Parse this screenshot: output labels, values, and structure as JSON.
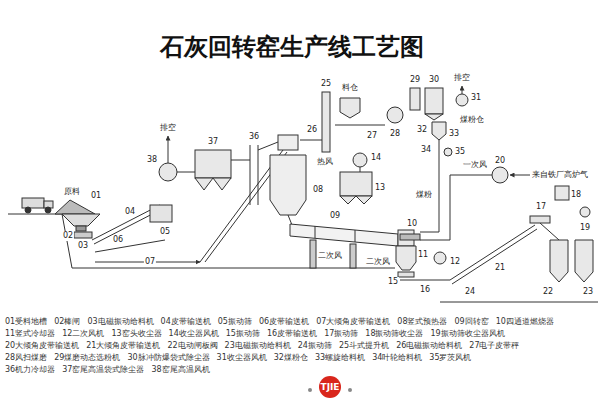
{
  "diagram": {
    "title": "石灰回转窑生产线工艺图",
    "labels": [
      "排空",
      "排空",
      "料仓",
      "煤粉仓",
      "热风",
      "一次风",
      "来自铁厂高炉气",
      "原料",
      "煤粉",
      "二次风",
      "二次风",
      "01",
      "02",
      "03",
      "04",
      "05",
      "06",
      "07",
      "08",
      "09",
      "10",
      "11",
      "12",
      "13",
      "14",
      "15",
      "16",
      "17",
      "18",
      "19",
      "20",
      "21",
      "22",
      "23",
      "24",
      "25",
      "26",
      "27",
      "28",
      "29",
      "30",
      "31",
      "32",
      "33",
      "34",
      "35",
      "36",
      "37",
      "38",
      "01受料地槽",
      "02棒闸",
      "03电磁振动给料机",
      "04皮带输送机",
      "05振动筛",
      "06皮带输送机",
      "07大倾角皮带输送机",
      "08竖式预热器",
      "09回转窑",
      "10四通道燃烧器",
      "11竖式冷却器",
      "12二次风机",
      "13窑头收尘器",
      "14收尘器风机",
      "15振动筛",
      "16皮带输送机",
      "17振动筛",
      "18振动筛收尘器",
      "19振动筛收尘器风机",
      "20大倾角皮带输送机",
      "21大倾角皮带输送机",
      "22电动闸板阀",
      "23电磁振动给料机",
      "24振动筛",
      "25斗式提升机",
      "26电磁振动给料机",
      "27电子皮带秤",
      "28风扫煤磨",
      "29煤磨动态选粉机",
      "30脉冲防爆袋式除尘器",
      "31收尘器风机",
      "32煤粉仓",
      "33螺旋给料机",
      "34叶轮给料机",
      "35罗茨风机",
      "36机力冷却器",
      "37窑尾高温袋式除尘器",
      "38窑尾高温风机",
      "TJIE"
    ]
  }
}
